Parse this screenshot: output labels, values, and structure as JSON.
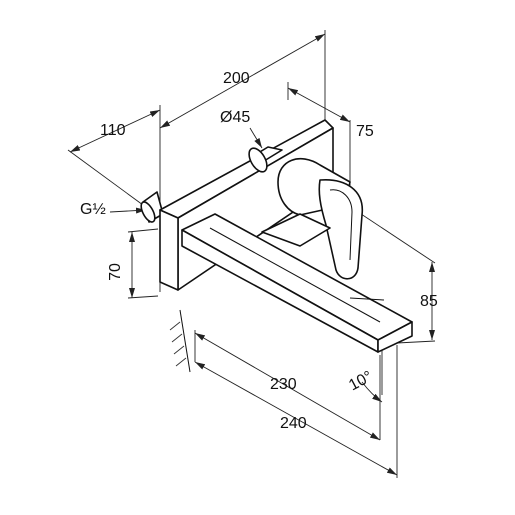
{
  "dimensions": {
    "d200": "200",
    "d110": "110",
    "d45": "Ø45",
    "d75": "75",
    "thread": "G½",
    "d70": "70",
    "d85": "85",
    "d230": "230",
    "d240": "240",
    "angle": "10°"
  }
}
